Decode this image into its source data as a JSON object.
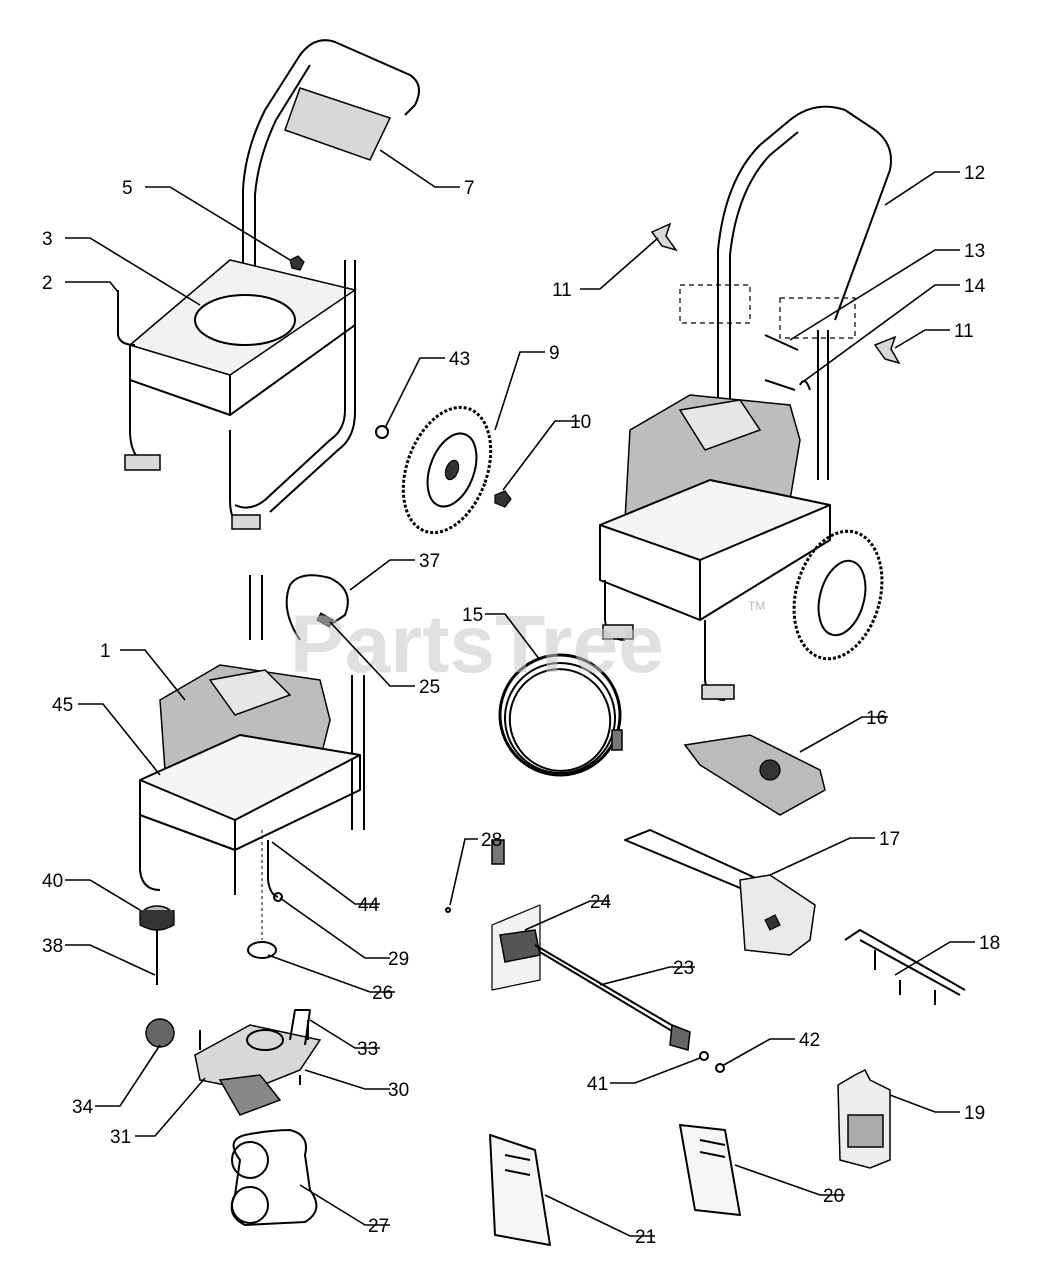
{
  "watermark": {
    "text": "PartsTree",
    "tm": "TM"
  },
  "callouts": [
    "1",
    "2",
    "3",
    "5",
    "7",
    "9",
    "10",
    "11",
    "11",
    "12",
    "13",
    "14",
    "15",
    "16",
    "17",
    "18",
    "19",
    "20",
    "21",
    "23",
    "24",
    "25",
    "26",
    "27",
    "28",
    "29",
    "30",
    "31",
    "33",
    "34",
    "37",
    "38",
    "40",
    "41",
    "42",
    "43",
    "44",
    "45"
  ]
}
